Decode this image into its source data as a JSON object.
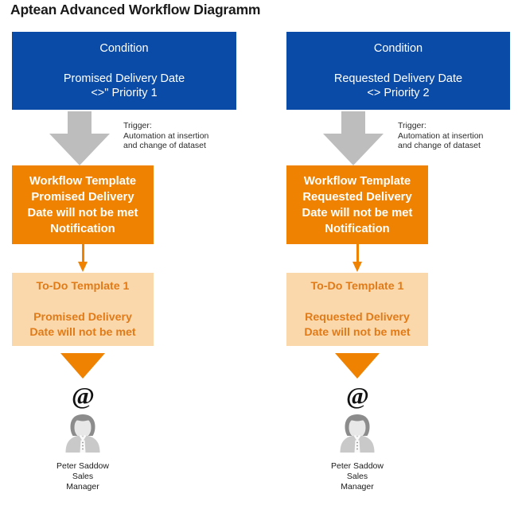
{
  "page": {
    "title": "Aptean Advanced Workflow Diagramm",
    "background": "#ffffff"
  },
  "colors": {
    "condition_blue": "#0a4ba8",
    "workflow_orange": "#ef8200",
    "todo_light_orange": "#fbd7ac",
    "todo_text_orange": "#e07b17",
    "arrow_gray": "#bdbdbd",
    "text_dark": "#1a1a1a"
  },
  "columns": [
    {
      "id": "promised-delivery",
      "condition": {
        "heading": "Condition",
        "line1": "Promised Delivery Date",
        "line2": "<>\" Priority 1"
      },
      "trigger": {
        "line1": "Trigger:",
        "line2": "Automation at insertion",
        "line3": "and change of dataset"
      },
      "workflow_template": {
        "line1": "Workflow Template",
        "line2": "Promised Delivery",
        "line3": "Date will not be met",
        "line4": "Notification"
      },
      "todo_template": {
        "heading": "To-Do Template 1",
        "line1": "Promised Delivery",
        "line2": "Date will not be met"
      },
      "notify_icon": "@",
      "person": {
        "name": "Peter Saddow",
        "role_line1": "Sales",
        "role_line2": "Manager",
        "avatar_icon": "person-avatar-icon"
      }
    },
    {
      "id": "requested-delivery",
      "condition": {
        "heading": "Condition",
        "line1": "Requested Delivery Date",
        "line2": "<> Priority 2"
      },
      "trigger": {
        "line1": "Trigger:",
        "line2": "Automation at insertion",
        "line3": "and change of dataset"
      },
      "workflow_template": {
        "line1": "Workflow Template",
        "line2": "Requested Delivery",
        "line3": "Date will not be met",
        "line4": "Notification"
      },
      "todo_template": {
        "heading": "To-Do Template 1",
        "line1": "Requested Delivery",
        "line2": "Date will not be met"
      },
      "notify_icon": "@",
      "person": {
        "name": "Peter Saddow",
        "role_line1": "Sales",
        "role_line2": "Manager",
        "avatar_icon": "person-avatar-icon"
      }
    }
  ]
}
